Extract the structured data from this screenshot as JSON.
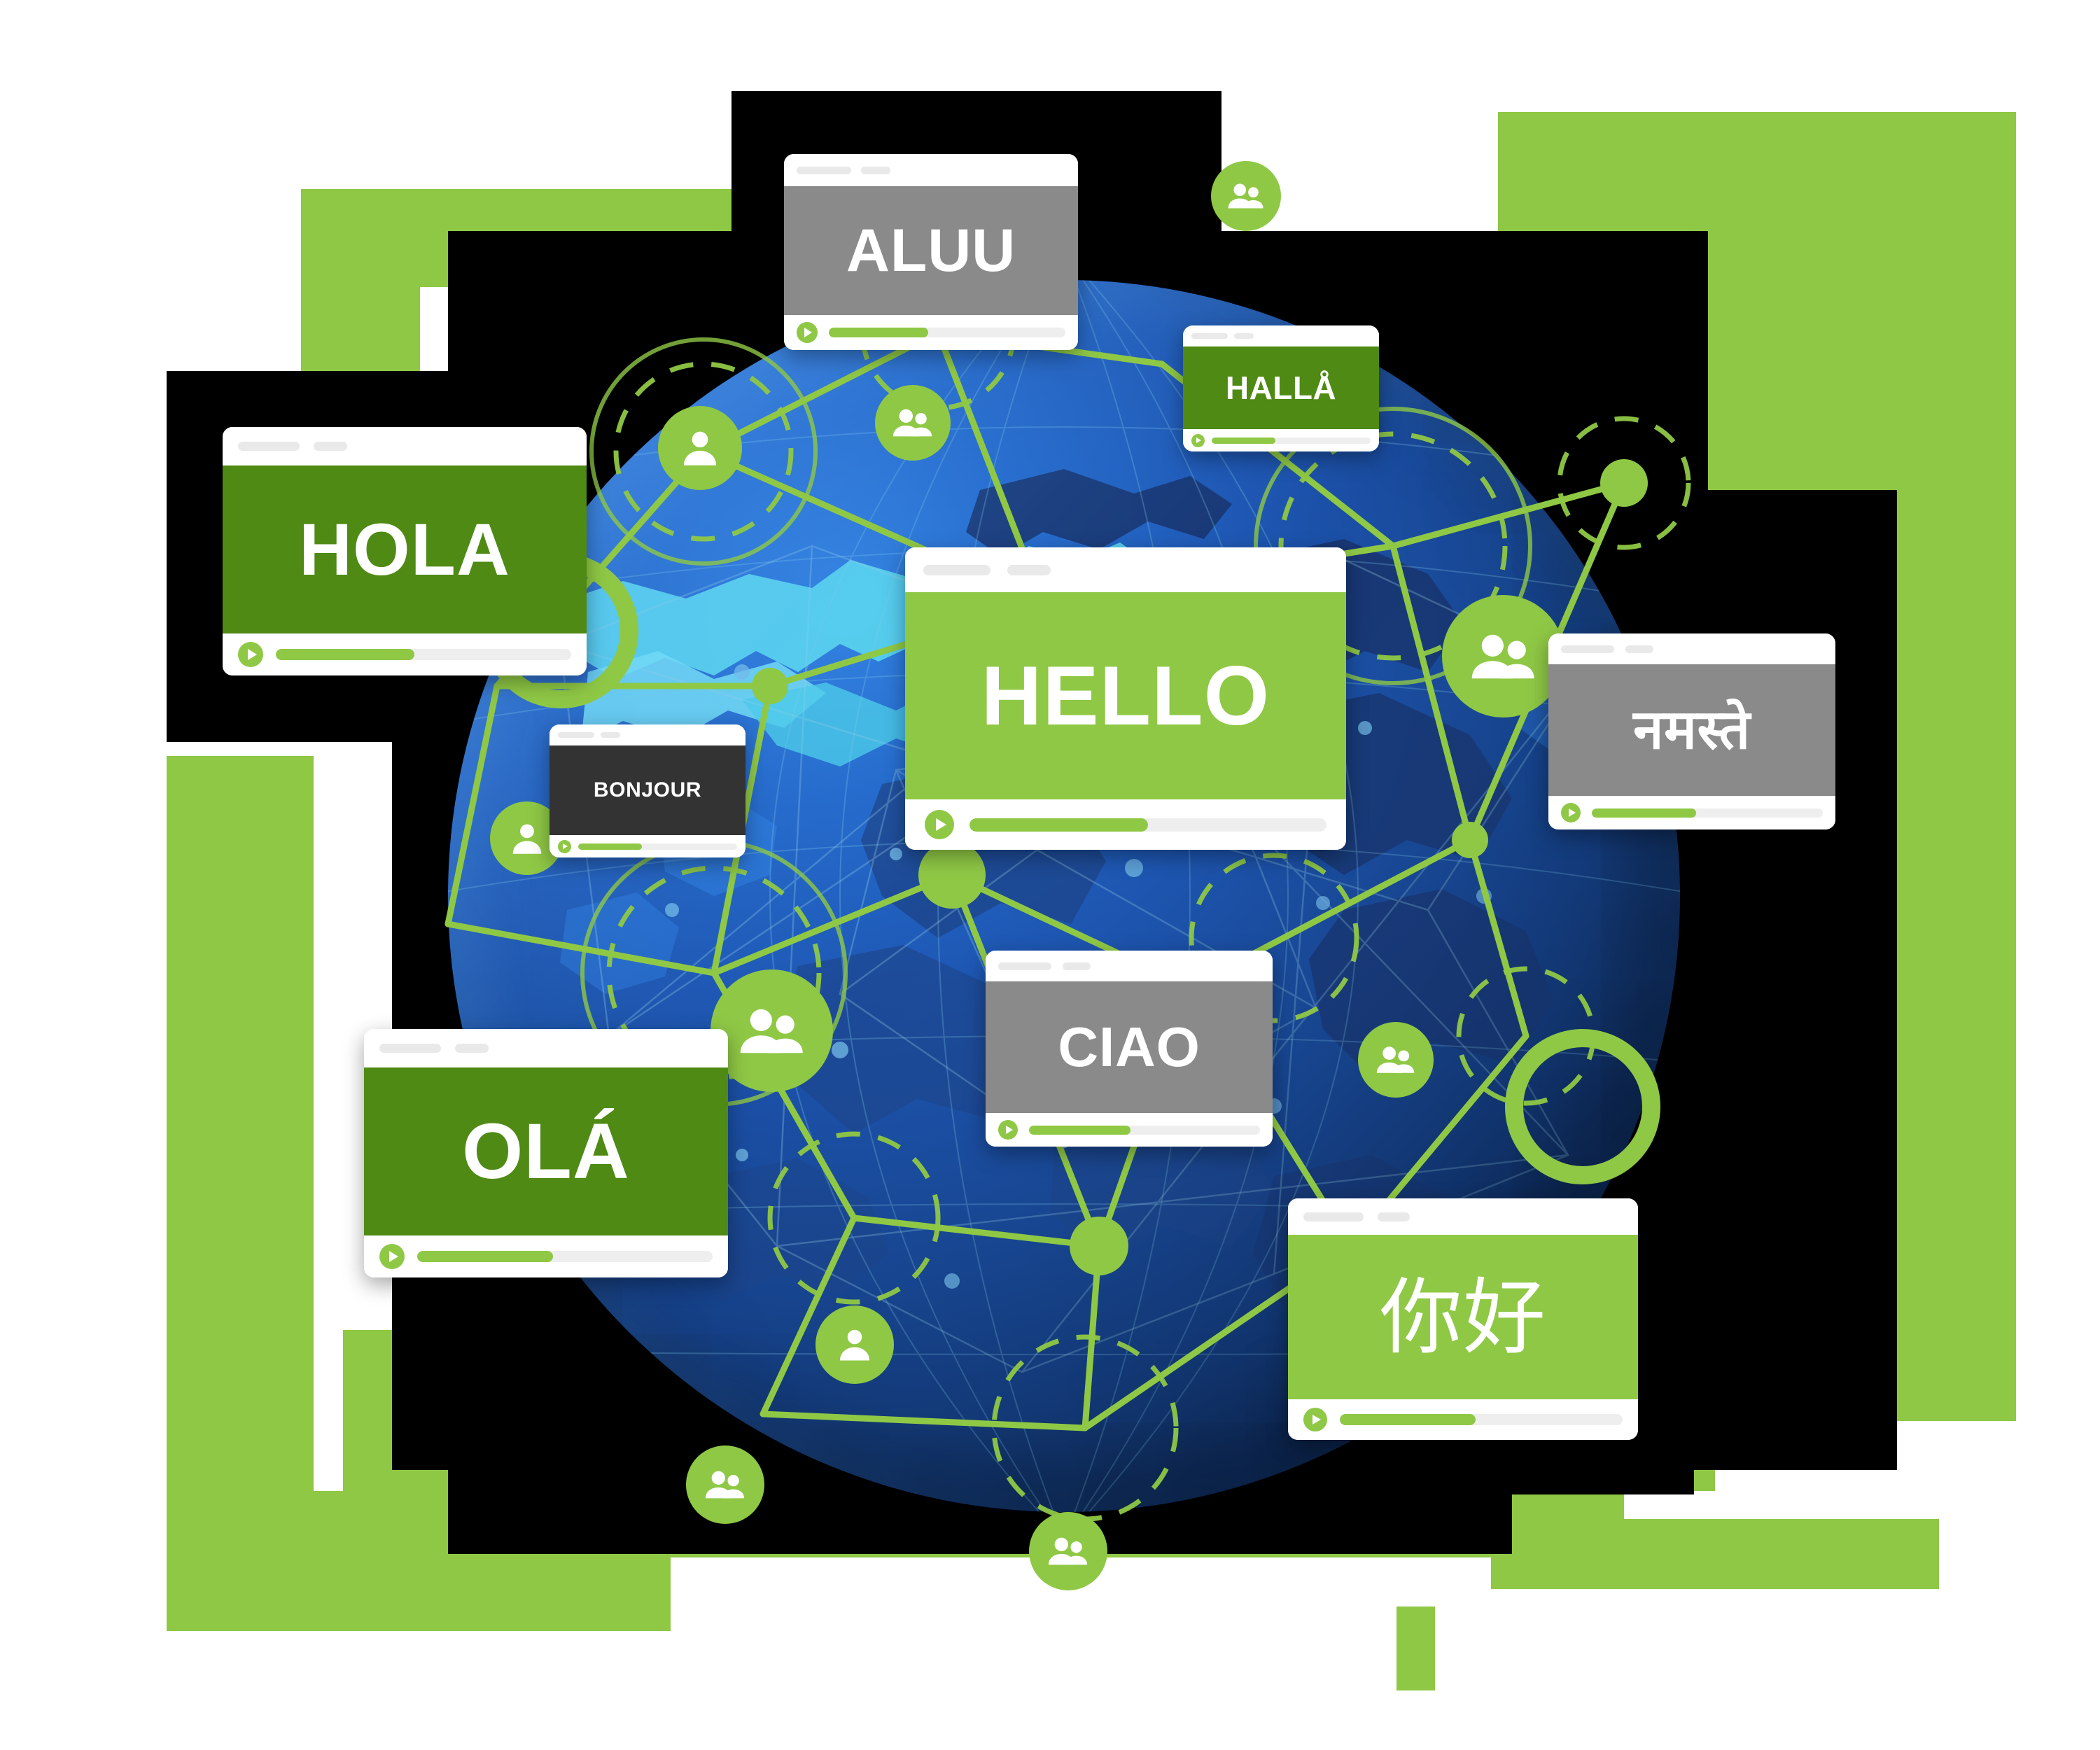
{
  "theme": {
    "brand_green": "#8FC845",
    "dark_green": "#4E8A14",
    "gray_card": "#8A8A8A",
    "charcoal_card": "#333333",
    "black_block": "#000000",
    "globe_deep_blue": "#0D2A5E",
    "globe_mid_blue": "#1B50AB",
    "globe_land_cyan": "#5FE4F0",
    "globe_land_navy": "#152C63"
  },
  "scene": {
    "title": "Global multilingual communication network",
    "globe_label": "world-globe"
  },
  "cards": [
    {
      "id": "aluu",
      "word": "ALUU",
      "bg": "#8A8A8A",
      "text_color": "#ffffff",
      "progress": 42
    },
    {
      "id": "halla",
      "word": "HALLÅ",
      "bg": "#4E8A14",
      "text_color": "#ffffff",
      "progress": 40
    },
    {
      "id": "hola",
      "word": "HOLA",
      "bg": "#4E8A14",
      "text_color": "#ffffff",
      "progress": 47
    },
    {
      "id": "hello",
      "word": "HELLO",
      "bg": "#8FC845",
      "text_color": "#ffffff",
      "progress": 50
    },
    {
      "id": "bonjour",
      "word": "BONJOUR",
      "bg": "#333333",
      "text_color": "#ffffff",
      "progress": 40
    },
    {
      "id": "namaste",
      "word": "नमस्ते",
      "bg": "#8A8A8A",
      "text_color": "#ffffff",
      "progress": 45
    },
    {
      "id": "ola",
      "word": "OLÁ",
      "bg": "#4E8A14",
      "text_color": "#ffffff",
      "progress": 46
    },
    {
      "id": "ciao",
      "word": "CIAO",
      "bg": "#8A8A8A",
      "text_color": "#ffffff",
      "progress": 44
    },
    {
      "id": "nihao",
      "word": "你好",
      "bg": "#8FC845",
      "text_color": "#ffffff",
      "progress": 48
    }
  ],
  "nodes": [
    {
      "id": "n1",
      "type": "person",
      "label": "person-node-upper-left"
    },
    {
      "id": "n2",
      "type": "group",
      "label": "group-node-top"
    },
    {
      "id": "n3",
      "type": "group",
      "label": "group-node-top-right-small"
    },
    {
      "id": "n4",
      "type": "group",
      "label": "group-node-right"
    },
    {
      "id": "n5",
      "type": "person",
      "label": "person-node-left"
    },
    {
      "id": "n6",
      "type": "group",
      "label": "group-node-left-lower"
    },
    {
      "id": "n7",
      "type": "group",
      "label": "group-node-right-mid"
    },
    {
      "id": "n8",
      "type": "person",
      "label": "person-node-bottom-left"
    },
    {
      "id": "n9",
      "type": "group",
      "label": "group-node-bottom-left"
    },
    {
      "id": "n10",
      "type": "group",
      "label": "group-node-bottom"
    },
    {
      "id": "o1",
      "type": "ring",
      "label": "open-ring-node-left"
    },
    {
      "id": "o2",
      "type": "ring",
      "label": "open-ring-node-right"
    }
  ],
  "icons": {
    "person": "person-icon",
    "group": "group-icon",
    "play": "play-icon",
    "ring": "ring-node-icon"
  }
}
